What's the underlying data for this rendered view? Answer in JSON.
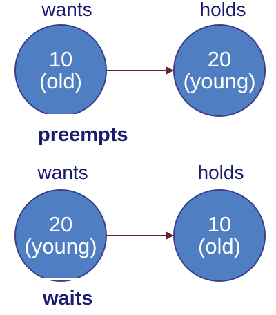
{
  "scenario1": {
    "left_heading": "wants",
    "right_heading": "holds",
    "left_node": {
      "number": "10",
      "tag": "(old)"
    },
    "right_node": {
      "number": "20",
      "tag": "(young)"
    },
    "action": "preempts"
  },
  "scenario2": {
    "left_heading": "wants",
    "right_heading": "holds",
    "left_node": {
      "number": "20",
      "tag": "(young)"
    },
    "right_node": {
      "number": "10",
      "tag": "(old)"
    },
    "action": "waits"
  },
  "colors": {
    "node_fill": "#4f7fc2",
    "node_border": "#3a3f8a",
    "text": "#1a1a6e",
    "arrow": "#6b1f3a"
  }
}
